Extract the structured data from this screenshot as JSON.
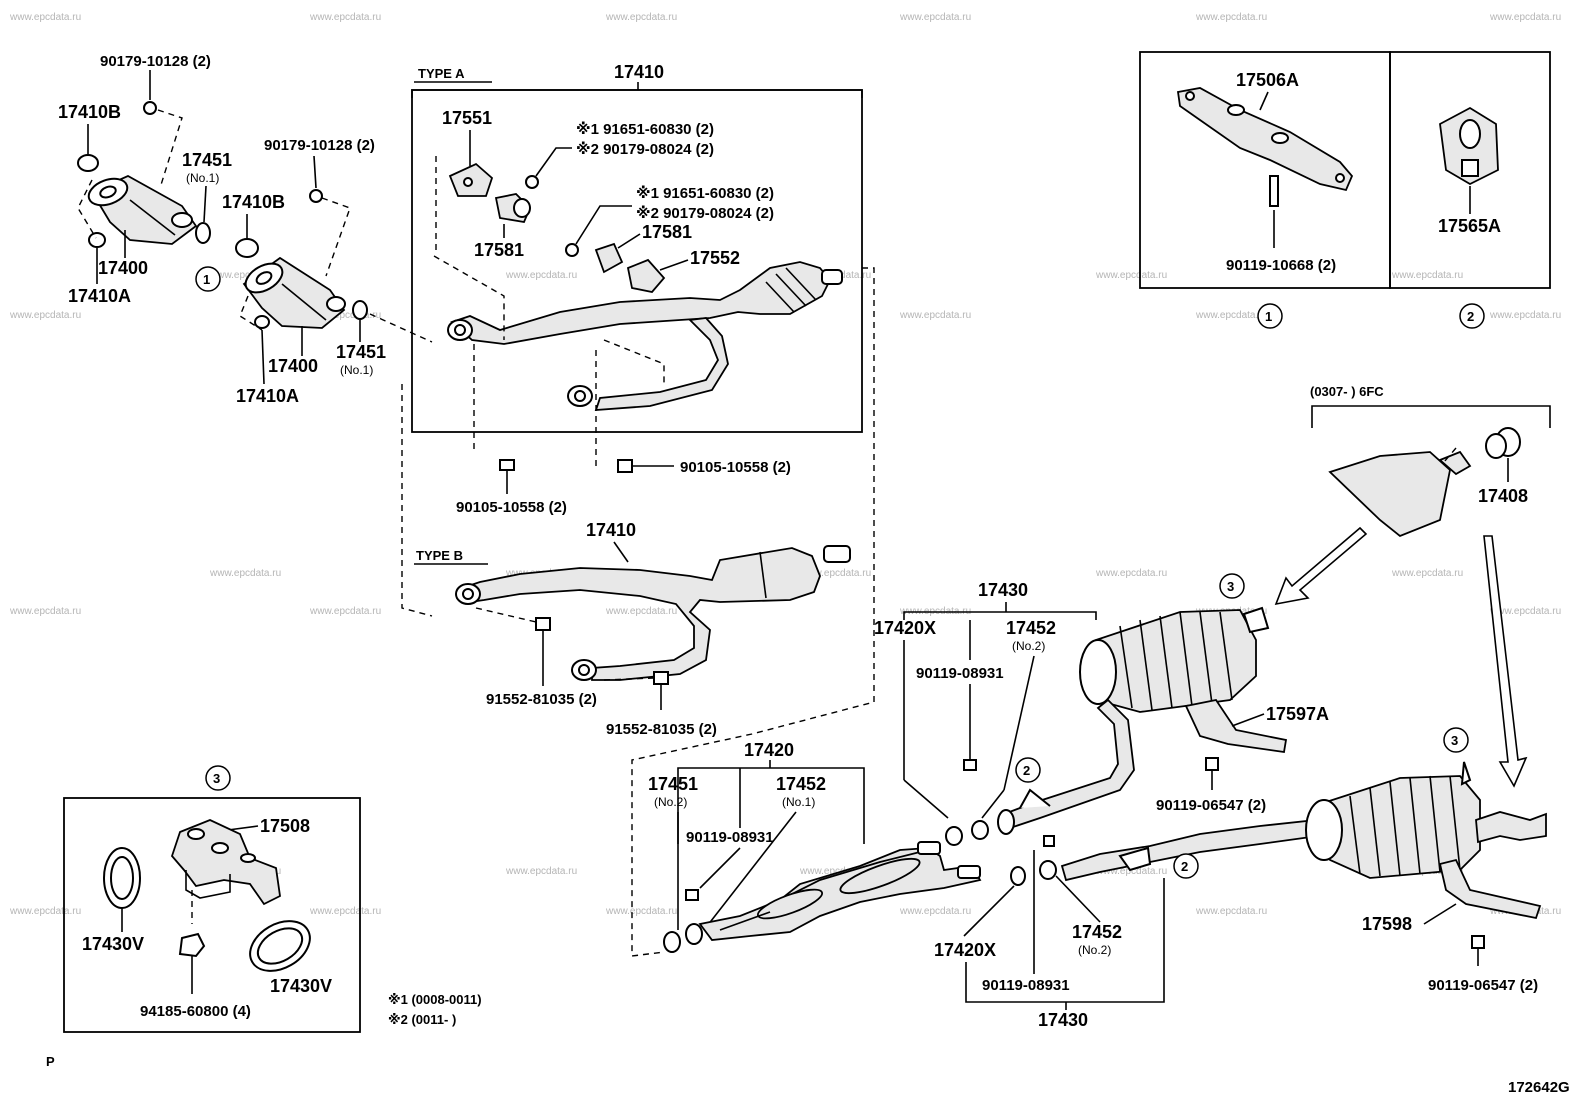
{
  "watermark": "www.epcdata.ru",
  "diagram_code": "172642G",
  "corner_letter": "P",
  "notes": {
    "n1": "※1  (0008-0011)",
    "n2": "※2  (0011-       )"
  },
  "callouts": {
    "c1": "1",
    "c2": "2",
    "c3": "3"
  },
  "type_labels": {
    "type_a": "TYPE  A",
    "type_b": "TYPE  B"
  },
  "labels": {
    "p90179_10128_a": "90179-10128 (2)",
    "p17410B_a": "17410B",
    "p17451_a": "17451",
    "p17451_a_sub": "(No.1)",
    "p17400_a": "17400",
    "p17410A_a": "17410A",
    "p90179_10128_b": "90179-10128 (2)",
    "p17410B_b": "17410B",
    "p17400_b": "17400",
    "p17451_b": "17451",
    "p17451_b_sub": "(No.1)",
    "p17410A_b": "17410A",
    "p17410_a": "17410",
    "p17551": "17551",
    "p91651_a": "※1  91651-60830 (2)",
    "p90179_08024_a": "※2  90179-08024 (2)",
    "p91651_b": "※1  91651-60830 (2)",
    "p90179_08024_b": "※2  90179-08024 (2)",
    "p17581_a": "17581",
    "p17581_b": "17581",
    "p17552": "17552",
    "p90105_a": "90105-10558 (2)",
    "p90105_b": "90105-10558 (2)",
    "p17410_b": "17410",
    "p91552_a": "91552-81035 (2)",
    "p91552_b": "91552-81035 (2)",
    "p17420": "17420",
    "p17451_c": "17451",
    "p17451_c_sub": "(No.2)",
    "p17452_c": "17452",
    "p17452_c_sub": "(No.1)",
    "p90119_08931_a": "90119-08931",
    "p17430_top": "17430",
    "p17420X_a": "17420X",
    "p17452_d": "17452",
    "p17452_d_sub": "(No.2)",
    "p90119_08931_b": "90119-08931",
    "p17597A": "17597A",
    "p90119_06547_a": "90119-06547 (2)",
    "p17420X_b": "17420X",
    "p17452_e": "17452",
    "p17452_e_sub": "(No.2)",
    "p90119_08931_c": "90119-08931",
    "p17430_bot": "17430",
    "p17598": "17598",
    "p90119_06547_b": "90119-06547 (2)",
    "p17506A": "17506A",
    "p90119_10668": "90119-10668 (2)",
    "p17565A": "17565A",
    "p0307": "(0307-        ) 6FC",
    "p17408": "17408",
    "p17508": "17508",
    "p17430V_a": "17430V",
    "p17430V_b": "17430V",
    "p94185": "94185-60800 (4)"
  }
}
